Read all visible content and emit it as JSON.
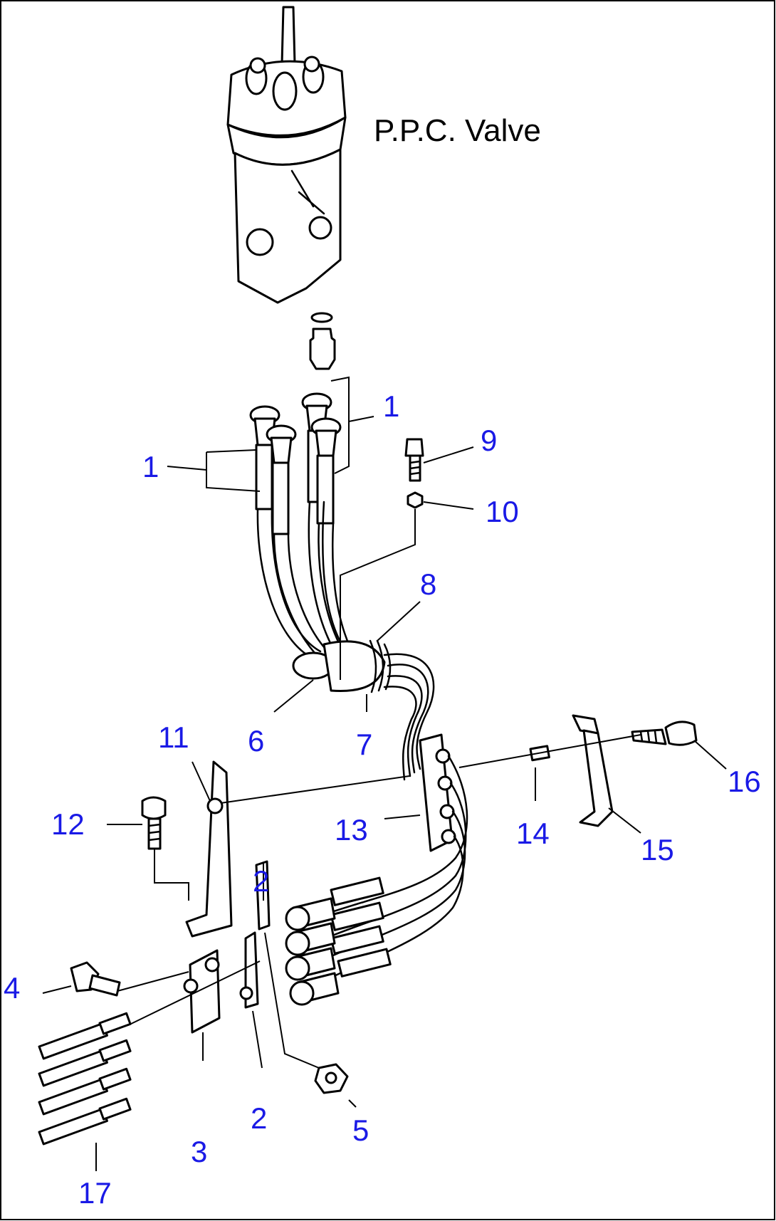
{
  "diagram": {
    "title": "P.P.C. Valve",
    "callouts": [
      "1",
      "1",
      "9",
      "10",
      "8",
      "6",
      "7",
      "11",
      "12",
      "13",
      "14",
      "15",
      "16",
      "2",
      "2",
      "4",
      "3",
      "5",
      "17",
      "2"
    ]
  },
  "colors": {
    "callout": "#1a1ae6",
    "line": "#000000",
    "background": "#ffffff"
  }
}
